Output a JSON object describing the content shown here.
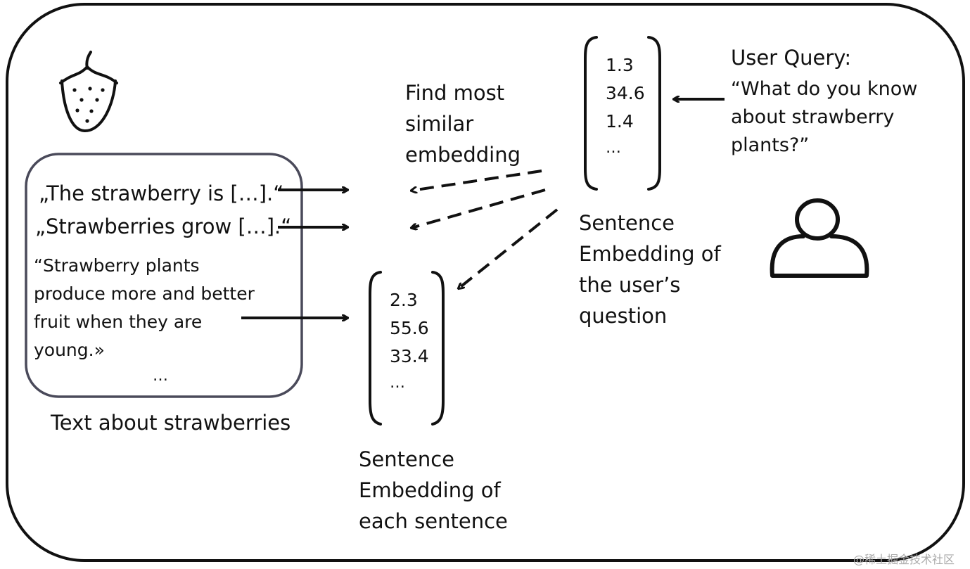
{
  "user_query": {
    "label": "User Query:",
    "text": "“What do you know\nabout strawberry\nplants?”"
  },
  "find_similar": "Find most\nsimilar\nembedding",
  "query_embedding": {
    "values": [
      "1.3",
      "34.6",
      "1.4"
    ],
    "more": "…",
    "caption": "Sentence\nEmbedding of\nthe user’s\nquestion"
  },
  "text_box": {
    "sentence_1": "„The strawberry is […].“",
    "sentence_2": "„Strawberries grow […].“",
    "sentence_3": "“Strawberry plants\nproduce more and better\nfruit when they are\nyoung.»",
    "more": "…",
    "caption": "Text about strawberries"
  },
  "sentence_embedding": {
    "values": [
      "2.3",
      "55.6",
      "33.4"
    ],
    "more": "…",
    "caption": "Sentence\nEmbedding of\neach sentence"
  },
  "icons": [
    "strawberry-icon",
    "user-icon"
  ],
  "watermark": "@稀土掘金技术社区"
}
